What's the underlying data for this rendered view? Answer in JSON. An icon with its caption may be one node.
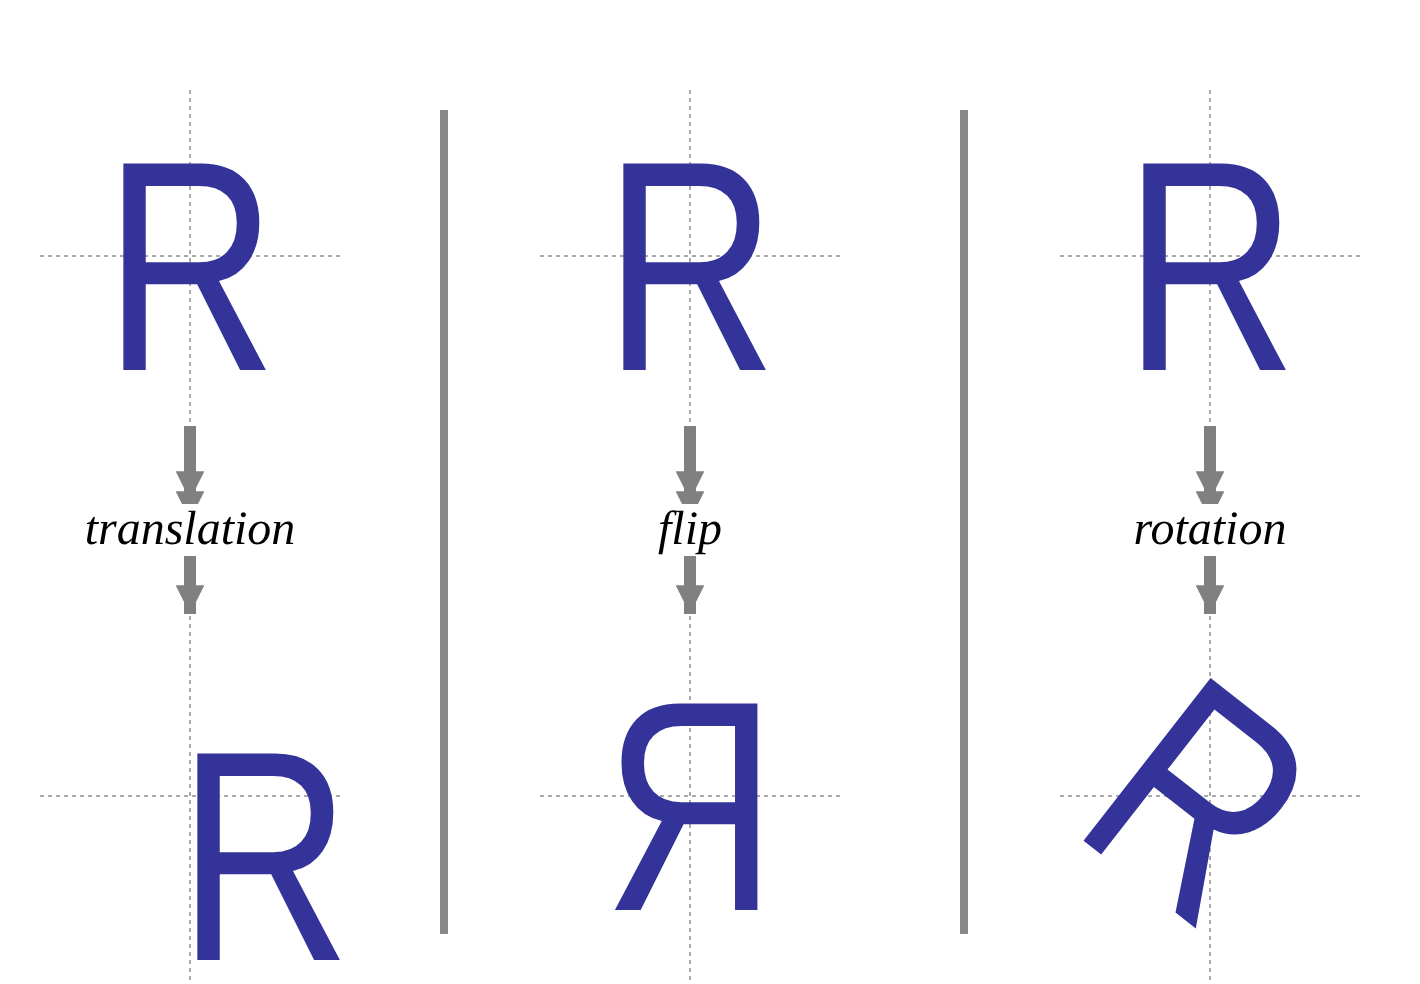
{
  "diagram": {
    "nodes": [
      {
        "text": [
          "R"
        ]
      },
      {
        "text": [
          "R"
        ]
      },
      {
        "text": [
          "R"
        ]
      },
      {
        "text": [
          "Я"
        ]
      },
      {
        "text": [
          "R"
        ]
      },
      {
        "text": [
          "R"
        ]
      }
    ],
    "edges": [
      {
        "from": 0,
        "to": 1,
        "arrow": "to",
        "label": "translation"
      },
      {
        "from": 2,
        "to": 3,
        "arrow": "to",
        "label": "flip"
      },
      {
        "from": 4,
        "to": 5,
        "arrow": "to",
        "label": "rotation"
      }
    ]
  }
}
